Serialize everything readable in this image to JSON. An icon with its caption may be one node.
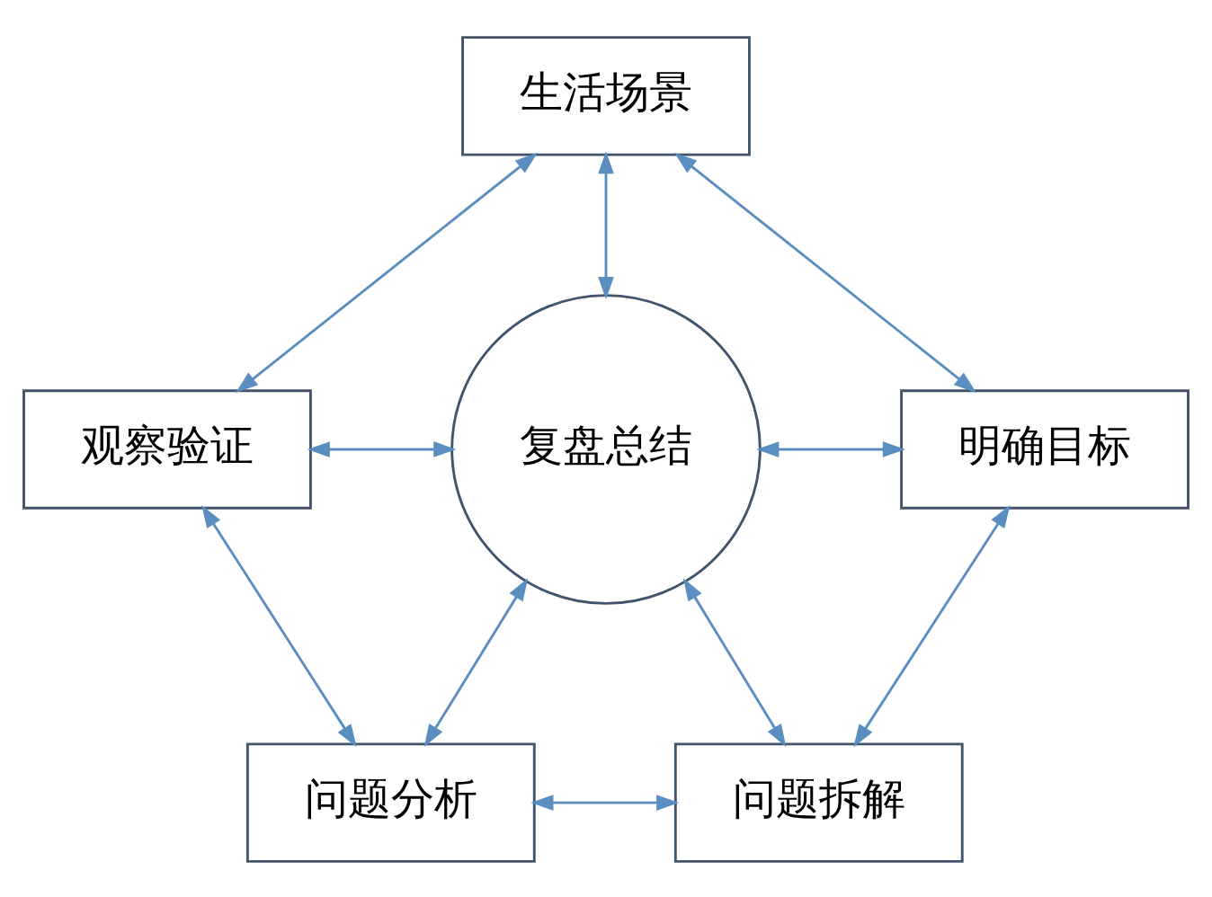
{
  "diagram": {
    "nodes": [
      {
        "text": [
          "生活场景"
        ]
      },
      {
        "text": [
          "观察验证"
        ]
      },
      {
        "text": [
          "复盘总结"
        ]
      },
      {
        "text": [
          "明确目标"
        ]
      },
      {
        "text": [
          "问题分析"
        ]
      },
      {
        "text": [
          "问题拆解"
        ]
      }
    ],
    "edges": [
      {
        "from": 0,
        "to": 1,
        "arrow": "both"
      },
      {
        "from": 0,
        "to": 2,
        "arrow": "both"
      },
      {
        "from": 0,
        "to": 3,
        "arrow": "both"
      },
      {
        "from": 1,
        "to": 2,
        "arrow": "both"
      },
      {
        "from": 3,
        "to": 2,
        "arrow": "both"
      },
      {
        "from": 1,
        "to": 4,
        "arrow": "both"
      },
      {
        "from": 3,
        "to": 5,
        "arrow": "both"
      },
      {
        "from": 4,
        "to": 2,
        "arrow": "both"
      },
      {
        "from": 5,
        "to": 2,
        "arrow": "both"
      },
      {
        "from": 4,
        "to": 5,
        "arrow": "both"
      }
    ]
  }
}
